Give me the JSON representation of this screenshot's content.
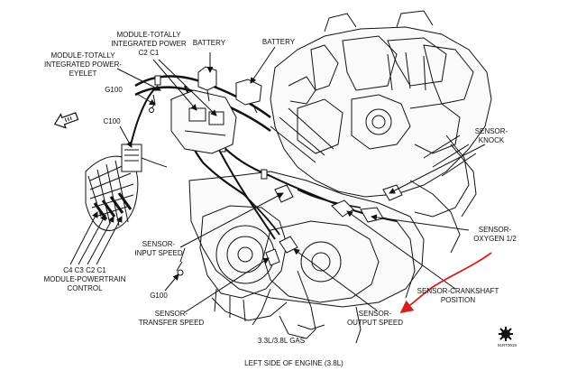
{
  "labels": {
    "module_eyelet": [
      "MODULE-TOTALLY",
      "INTEGRATED POWER-",
      "EYELET"
    ],
    "module_power": [
      "MODULE-TOTALLY",
      "INTEGRATED POWER",
      "C2  C1"
    ],
    "battery_left": "BATTERY",
    "battery_right": "BATTERY",
    "g100_top": "G100",
    "c100": "C100",
    "sensor_knock": [
      "SENSOR-",
      "KNOCK"
    ],
    "sensor_oxygen": [
      "SENSOR-",
      "OXYGEN 1/2"
    ],
    "sensor_input_speed": [
      "SENSOR-",
      "INPUT SPEED"
    ],
    "module_pcm": [
      "C4  C3  C2  C1",
      "MODULE-POWERTRAIN",
      "CONTROL"
    ],
    "g100_bottom": "G100",
    "sensor_transfer_speed": [
      "SENSOR-",
      "TRANSFER SPEED"
    ],
    "sensor_crankshaft": [
      "SENSOR-CRANKSHAFT",
      "POSITION"
    ],
    "sensor_output_speed": [
      "SENSOR-",
      "OUTPUT SPEED"
    ]
  },
  "caption_engine": "3.3L/3.8L GAS",
  "caption_side": "LEFT SIDE OF ENGINE  (3.8L)",
  "figure_id": "91RT0019",
  "front_icon": "front-arrow-icon",
  "badge_icon": "gear-badge-icon",
  "annotation_color": "#d62020"
}
